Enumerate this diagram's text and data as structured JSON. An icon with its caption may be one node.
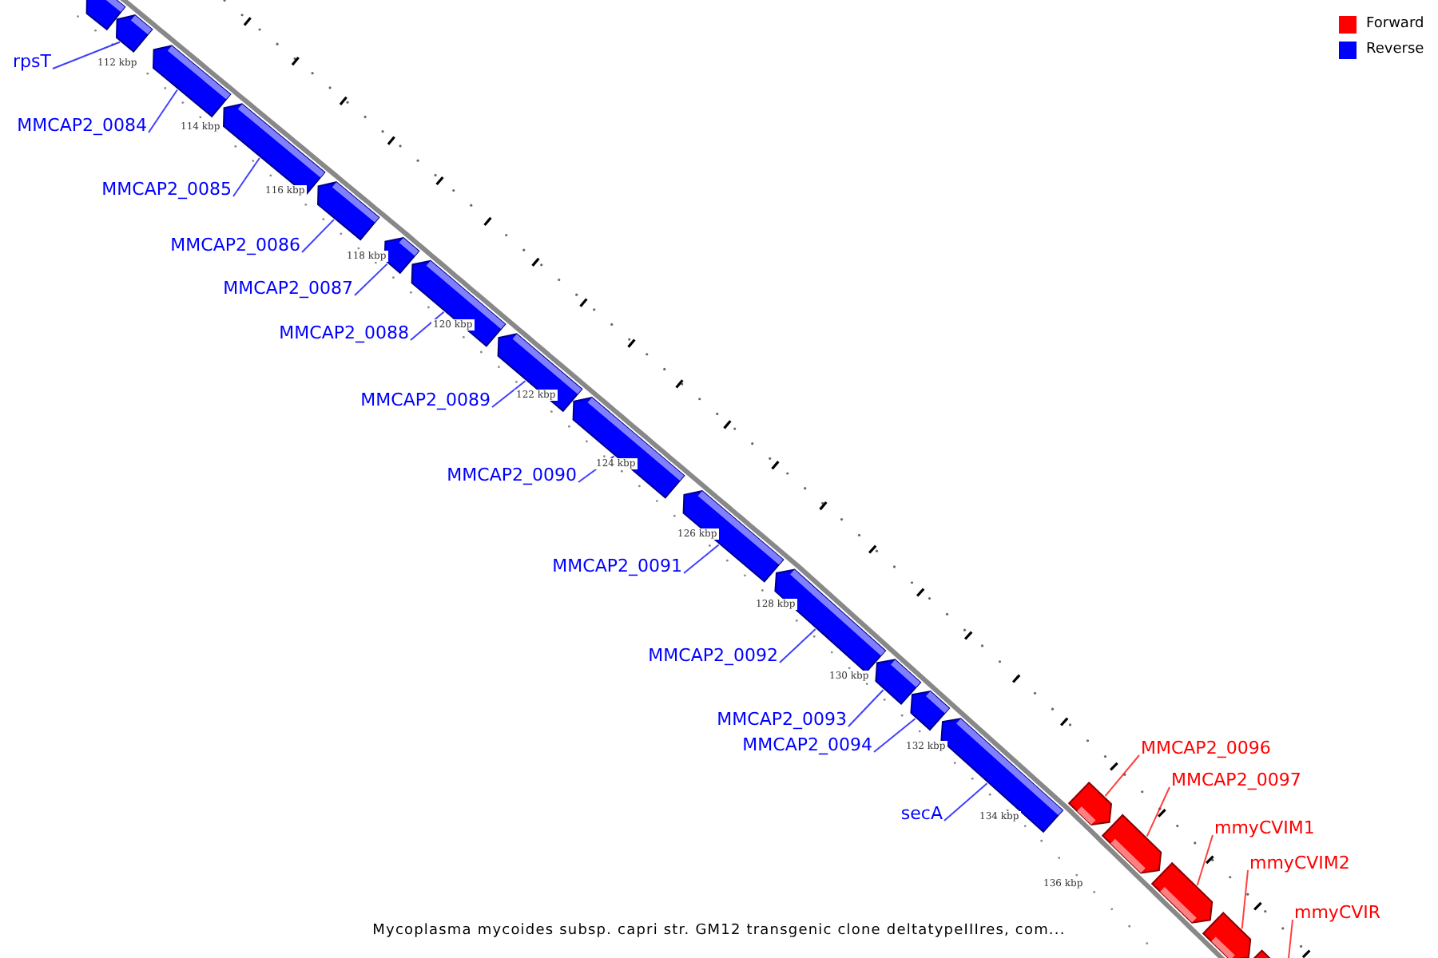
{
  "diagram": {
    "caption": "Mycoplasma mycoides subsp. capri str. GM12 transgenic clone deltatypeIIIres, com...",
    "nodes": [
      {
        "text": [],
        "shape": "bar"
      },
      {
        "text": [
          "rpsT"
        ]
      },
      {
        "text": [],
        "shape": "bar"
      },
      {
        "text": [
          "MMCAP2_0084"
        ]
      },
      {
        "text": [],
        "shape": "bar"
      },
      {
        "text": [
          "MMCAP2_0085"
        ]
      },
      {
        "text": [],
        "shape": "bar"
      },
      {
        "text": [
          "MMCAP2_0086"
        ]
      },
      {
        "text": [],
        "shape": "bar"
      },
      {
        "text": [
          "MMCAP2_0087"
        ]
      },
      {
        "text": [],
        "shape": "bar"
      },
      {
        "text": [
          "MMCAP2_0088"
        ]
      },
      {
        "text": [],
        "shape": "bar"
      },
      {
        "text": [
          "MMCAP2_0089"
        ]
      },
      {
        "text": [],
        "shape": "bar"
      },
      {
        "text": [
          "MMCAP2_0090"
        ]
      },
      {
        "text": [],
        "shape": "bar"
      },
      {
        "text": [
          "MMCAP2_0091"
        ]
      },
      {
        "text": [],
        "shape": "bar"
      },
      {
        "text": [
          "MMCAP2_0092"
        ]
      },
      {
        "text": [],
        "shape": "bar"
      },
      {
        "text": [
          "MMCAP2_0093"
        ]
      },
      {
        "text": [],
        "shape": "bar"
      },
      {
        "text": [
          "MMCAP2_0094"
        ]
      },
      {
        "text": [],
        "shape": "bar"
      },
      {
        "text": [
          "secA"
        ]
      },
      {
        "text": [],
        "shape": "bar"
      },
      {
        "text": [
          "MMCAP2_0096"
        ]
      },
      {
        "text": [],
        "shape": "bar"
      },
      {
        "text": [
          "MMCAP2_0097"
        ]
      },
      {
        "text": [],
        "shape": "bar"
      },
      {
        "text": [
          "mmyCVIM1"
        ]
      },
      {
        "text": [],
        "shape": "bar"
      },
      {
        "text": [
          "mmyCVIM2"
        ]
      },
      {
        "text": [],
        "shape": "bar"
      },
      {
        "text": [
          "mmyCVIR"
        ]
      },
      {
        "text": [],
        "shape": "bar"
      }
    ],
    "edges": [
      {
        "from": 1,
        "to": 2,
        "arrow": "none"
      },
      {
        "from": 3,
        "to": 4,
        "arrow": "none"
      },
      {
        "from": 5,
        "to": 6,
        "arrow": "none"
      },
      {
        "from": 7,
        "to": 8,
        "arrow": "none"
      },
      {
        "from": 9,
        "to": 10,
        "arrow": "none"
      },
      {
        "from": 11,
        "to": 12,
        "arrow": "none"
      },
      {
        "from": 13,
        "to": 14,
        "arrow": "none"
      },
      {
        "from": 15,
        "to": 16,
        "arrow": "none"
      },
      {
        "from": 17,
        "to": 18,
        "arrow": "none"
      },
      {
        "from": 19,
        "to": 20,
        "arrow": "none"
      },
      {
        "from": 21,
        "to": 22,
        "arrow": "none"
      },
      {
        "from": 23,
        "to": 24,
        "arrow": "none"
      },
      {
        "from": 25,
        "to": 26,
        "arrow": "none"
      },
      {
        "from": 27,
        "to": 28,
        "arrow": "none",
        "color": "#ff0000"
      },
      {
        "from": 29,
        "to": 30,
        "arrow": "none",
        "color": "#ff0000"
      },
      {
        "from": 31,
        "to": 32,
        "arrow": "none",
        "color": "#ff0000"
      },
      {
        "from": 33,
        "to": 34,
        "arrow": "none",
        "color": "#ff0000"
      },
      {
        "from": 35,
        "to": 36,
        "arrow": "none",
        "color": "#ff0000"
      }
    ],
    "labels": [
      "112 kbp",
      "114 kbp",
      "116 kbp",
      "118 kbp",
      "120 kbp",
      "122 kbp",
      "124 kbp",
      "126 kbp",
      "128 kbp",
      "130 kbp",
      "132 kbp",
      "134 kbp",
      "136 kbp"
    ],
    "legend": [
      {
        "text": "Forward",
        "color": "#ff0000"
      },
      {
        "text": "Reverse",
        "color": "#0000ff"
      }
    ]
  }
}
